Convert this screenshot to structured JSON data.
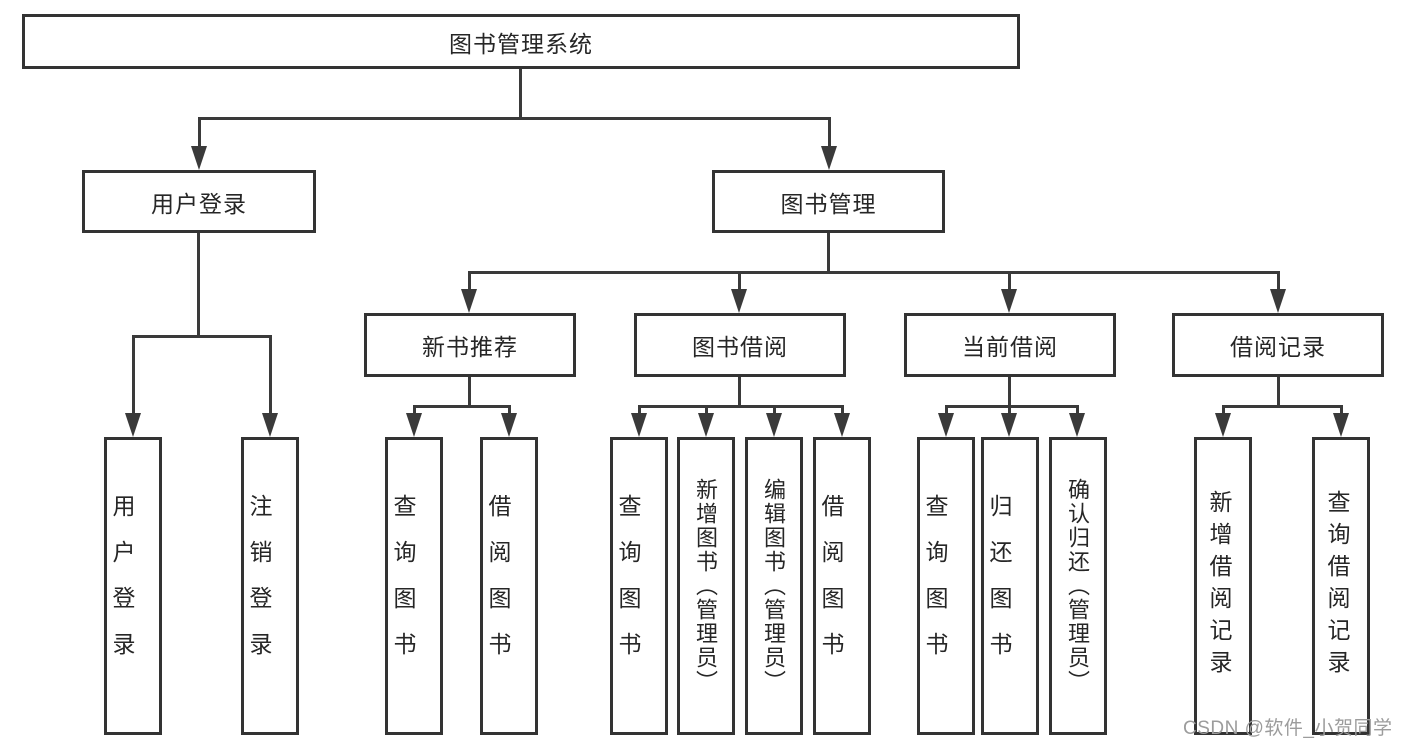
{
  "diagram": {
    "title": "图书管理系统",
    "root": {
      "label": "图书管理系统"
    },
    "level1": [
      {
        "label": "用户登录"
      },
      {
        "label": "图书管理"
      }
    ],
    "level2": [
      {
        "label": "新书推荐"
      },
      {
        "label": "图书借阅"
      },
      {
        "label": "当前借阅"
      },
      {
        "label": "借阅记录"
      }
    ],
    "leaves": [
      {
        "label": "用户登录"
      },
      {
        "label": "注销登录"
      },
      {
        "label": "查询图书"
      },
      {
        "label": "借阅图书"
      },
      {
        "label": "查询图书"
      },
      {
        "label": "新增图书（管理员）"
      },
      {
        "label": "编辑图书（管理员）"
      },
      {
        "label": "借阅图书"
      },
      {
        "label": "查询图书"
      },
      {
        "label": "归还图书"
      },
      {
        "label": "确认归还（管理员）"
      },
      {
        "label": "新增借阅记录"
      },
      {
        "label": "查询借阅记录"
      }
    ]
  },
  "watermark": {
    "text": "CSDN @软件_小贺同学"
  },
  "colors": {
    "line": "#3a3a3a",
    "box_border": "#333333",
    "text": "#262626",
    "watermark": "#9c9c9c",
    "background": "#ffffff"
  }
}
